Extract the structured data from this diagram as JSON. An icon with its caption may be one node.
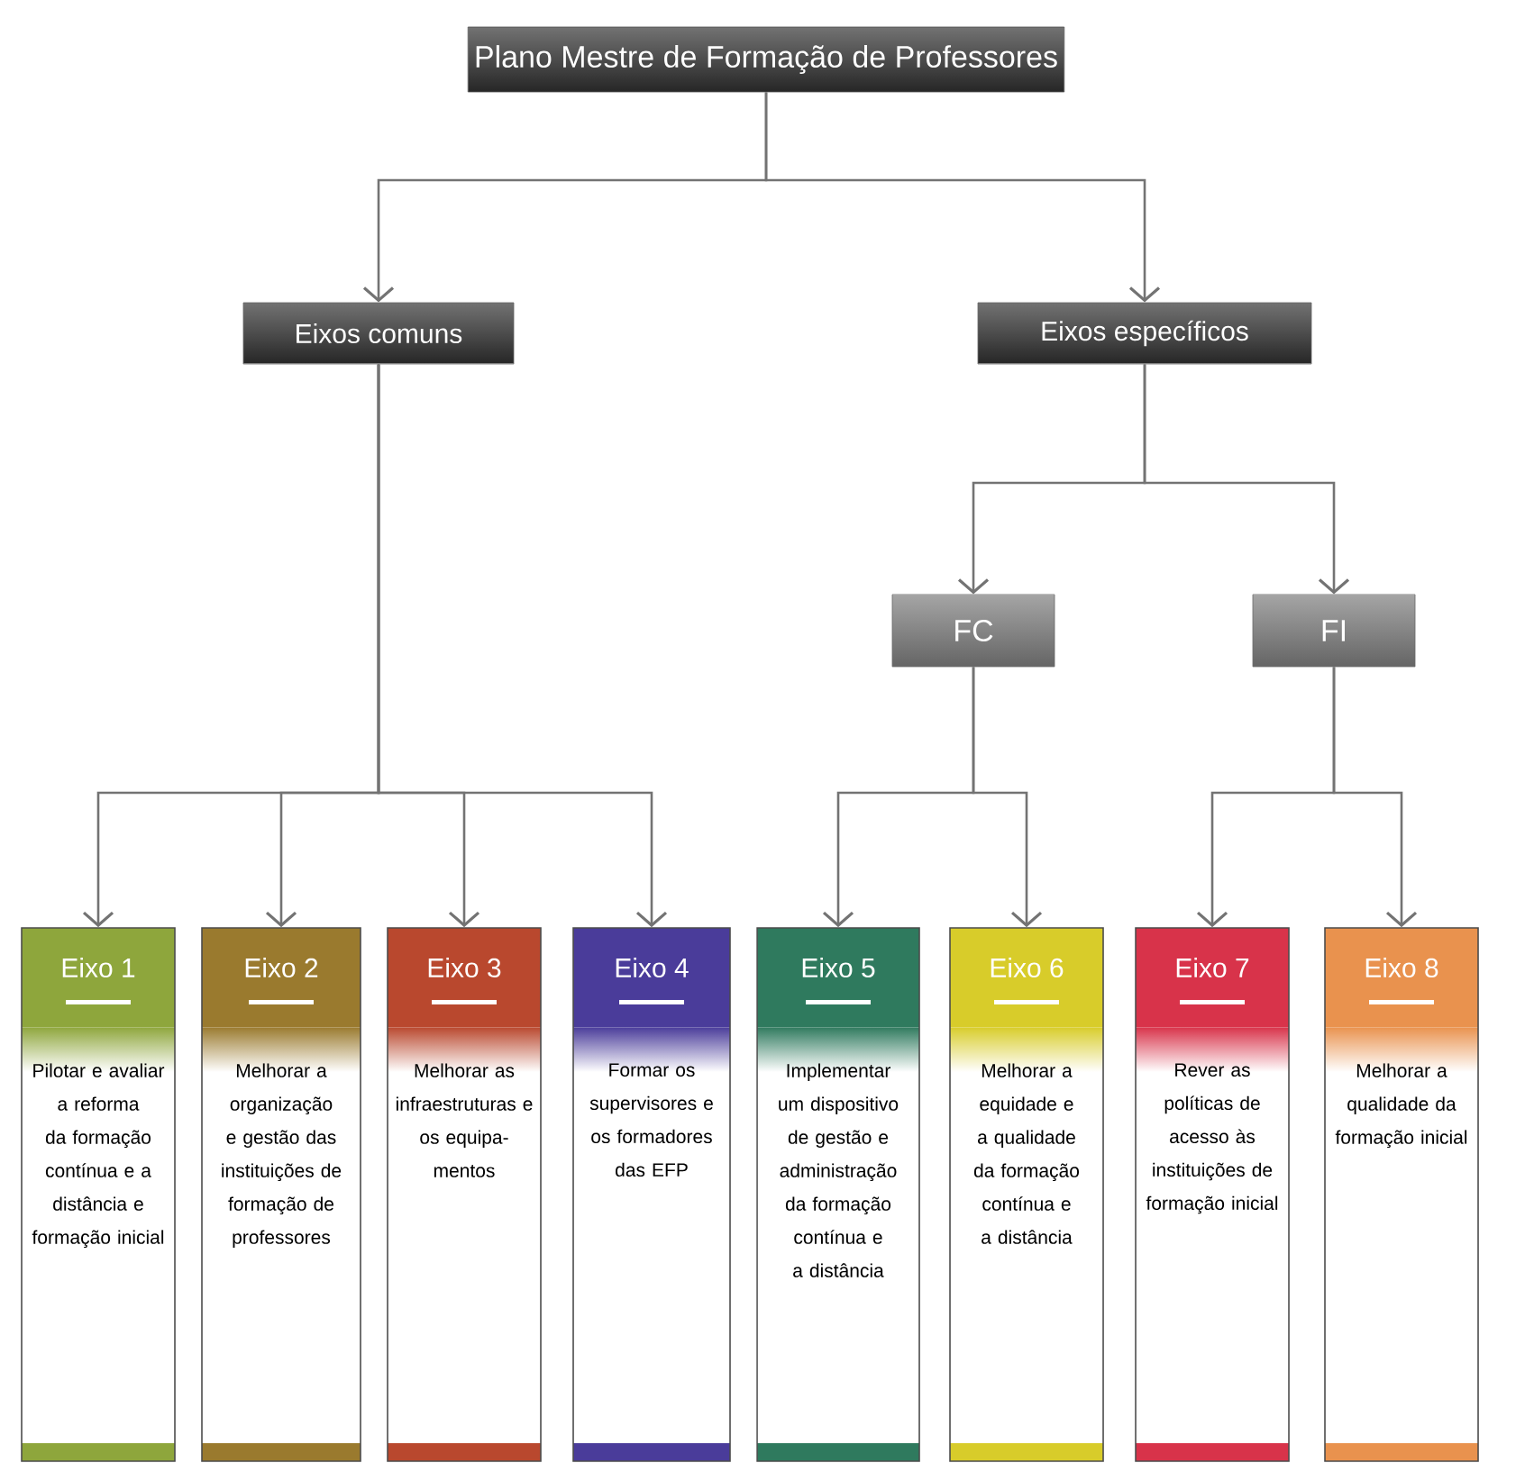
{
  "diagram": {
    "title": "Plano Mestre de Formação de Professores",
    "nodes": [
      {
        "text": [
          "Eixos comuns"
        ]
      },
      {
        "text": [
          "Eixos específicos"
        ]
      },
      {
        "text": [
          "FC"
        ]
      },
      {
        "text": [
          "FI"
        ]
      },
      {
        "text": [
          "Eixo 1",
          "Pilotar e avaliar a reforma da formação contínua e a distância e formação inicial"
        ]
      },
      {
        "text": [
          "Eixo 2",
          "Melhorar a organização e gestão das instituições de formação de professores"
        ]
      },
      {
        "text": [
          "Eixo 3",
          "Melhorar as infraestruturas e os equipa- mentos"
        ]
      },
      {
        "text": [
          "Eixo 4",
          "Formar os supervisores e os formadores das EFP"
        ]
      },
      {
        "text": [
          "Eixo 5",
          "Implementar um dispositivo de gestão e administração da formação contínua e a distância"
        ]
      },
      {
        "text": [
          "Eixo 6",
          "Melhorar a equidade e a qualidade da formação contínua e a distância"
        ]
      },
      {
        "text": [
          "Eixo 7",
          "Rever as políticas de acesso às instituições de formação inicial"
        ]
      },
      {
        "text": [
          "Eixo 8",
          "Melhorar a qualidade da formação inicial"
        ]
      }
    ],
    "edges": [
      {
        "from": null,
        "to": 0,
        "arrow": "to"
      },
      {
        "from": null,
        "to": 1,
        "arrow": "to"
      },
      {
        "from": 1,
        "to": 2,
        "arrow": "to"
      },
      {
        "from": 1,
        "to": 3,
        "arrow": "to"
      },
      {
        "from": 0,
        "to": 4,
        "arrow": "to"
      },
      {
        "from": 0,
        "to": 5,
        "arrow": "to"
      },
      {
        "from": 0,
        "to": 6,
        "arrow": "to"
      },
      {
        "from": 0,
        "to": 7,
        "arrow": "to"
      },
      {
        "from": 2,
        "to": 8,
        "arrow": "to"
      },
      {
        "from": 2,
        "to": 9,
        "arrow": "to"
      },
      {
        "from": 3,
        "to": 10,
        "arrow": "to"
      },
      {
        "from": 3,
        "to": 11,
        "arrow": "to"
      }
    ]
  }
}
